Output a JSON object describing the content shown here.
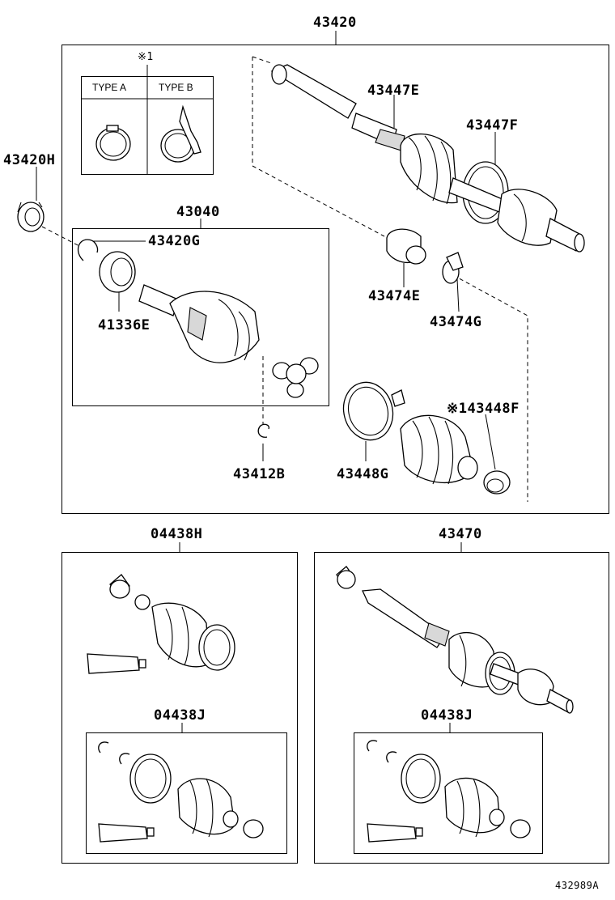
{
  "labels": {
    "main_assembly": "43420",
    "note_mark": "※1",
    "type_a": "TYPE A",
    "type_b": "TYPE B",
    "bearing_43420h": "43420H",
    "inboard_joint": "43040",
    "snap_ring_43420g": "43420G",
    "dust_seal_41336e": "41336E",
    "snap_ring_43412b": "43412B",
    "shaft_43447e": "43447E",
    "boot_clamp_43447f": "43447F",
    "damper_43474e": "43474E",
    "clamp_43474g": "43474G",
    "clamp_43448f": "※143448F",
    "boot_clamp_43448g": "43448G",
    "kit_04438h": "04438H",
    "kit_43470": "43470",
    "kit_04438j_left": "04438J",
    "kit_04438j_right": "04438J",
    "figure_code": "432989A"
  },
  "icons": [
    "shaft-assembly-icon",
    "boot-icon",
    "clamp-icon",
    "snap-ring-icon",
    "bearing-icon",
    "joint-housing-icon",
    "tripod-icon",
    "grease-tube-icon"
  ]
}
